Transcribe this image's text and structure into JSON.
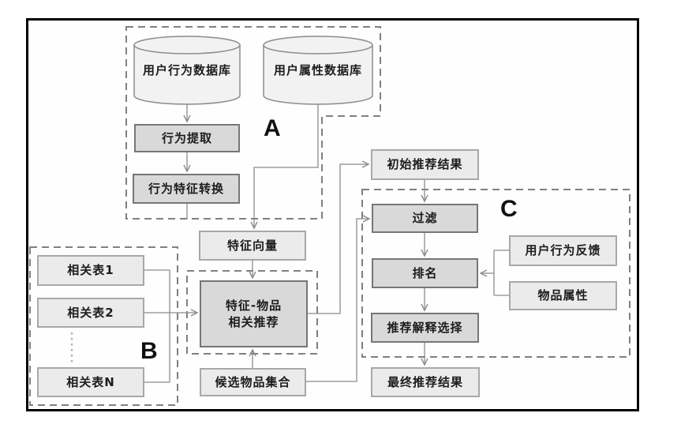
{
  "diagram": {
    "title": "recommendation-pipeline-flowchart",
    "sections": {
      "a": "A",
      "b": "B",
      "c": "C"
    },
    "nodes": {
      "user_behavior_db": "用户行为数据库",
      "user_attribute_db": "用户属性数据库",
      "behavior_extract": "行为提取",
      "behavior_feature_convert": "行为特征转换",
      "feature_vector": "特征向量",
      "related_table_1": "相关表1",
      "related_table_2": "相关表2",
      "related_table_n": "相关表N",
      "feature_item_line1": "特征-物品",
      "feature_item_line2": "相关推荐",
      "candidate_items": "候选物品集合",
      "initial_result": "初始推荐结果",
      "filter": "过滤",
      "rank": "排名",
      "explain_select": "推荐解释选择",
      "final_result": "最终推荐结果",
      "behavior_feedback": "用户行为反馈",
      "item_attr": "物品属性"
    },
    "colors": {
      "process_box_fill": "#d9d9d9",
      "process_box_border": "#767676",
      "data_box_fill": "#ebebeb",
      "data_box_border": "#a8a8a8",
      "cylinder_fill": "#f2f2f2",
      "cylinder_border": "#8c8c8c",
      "connector": "#8c8c8c",
      "dashed_boundary": "#808080",
      "frame_border": "#000000"
    }
  }
}
